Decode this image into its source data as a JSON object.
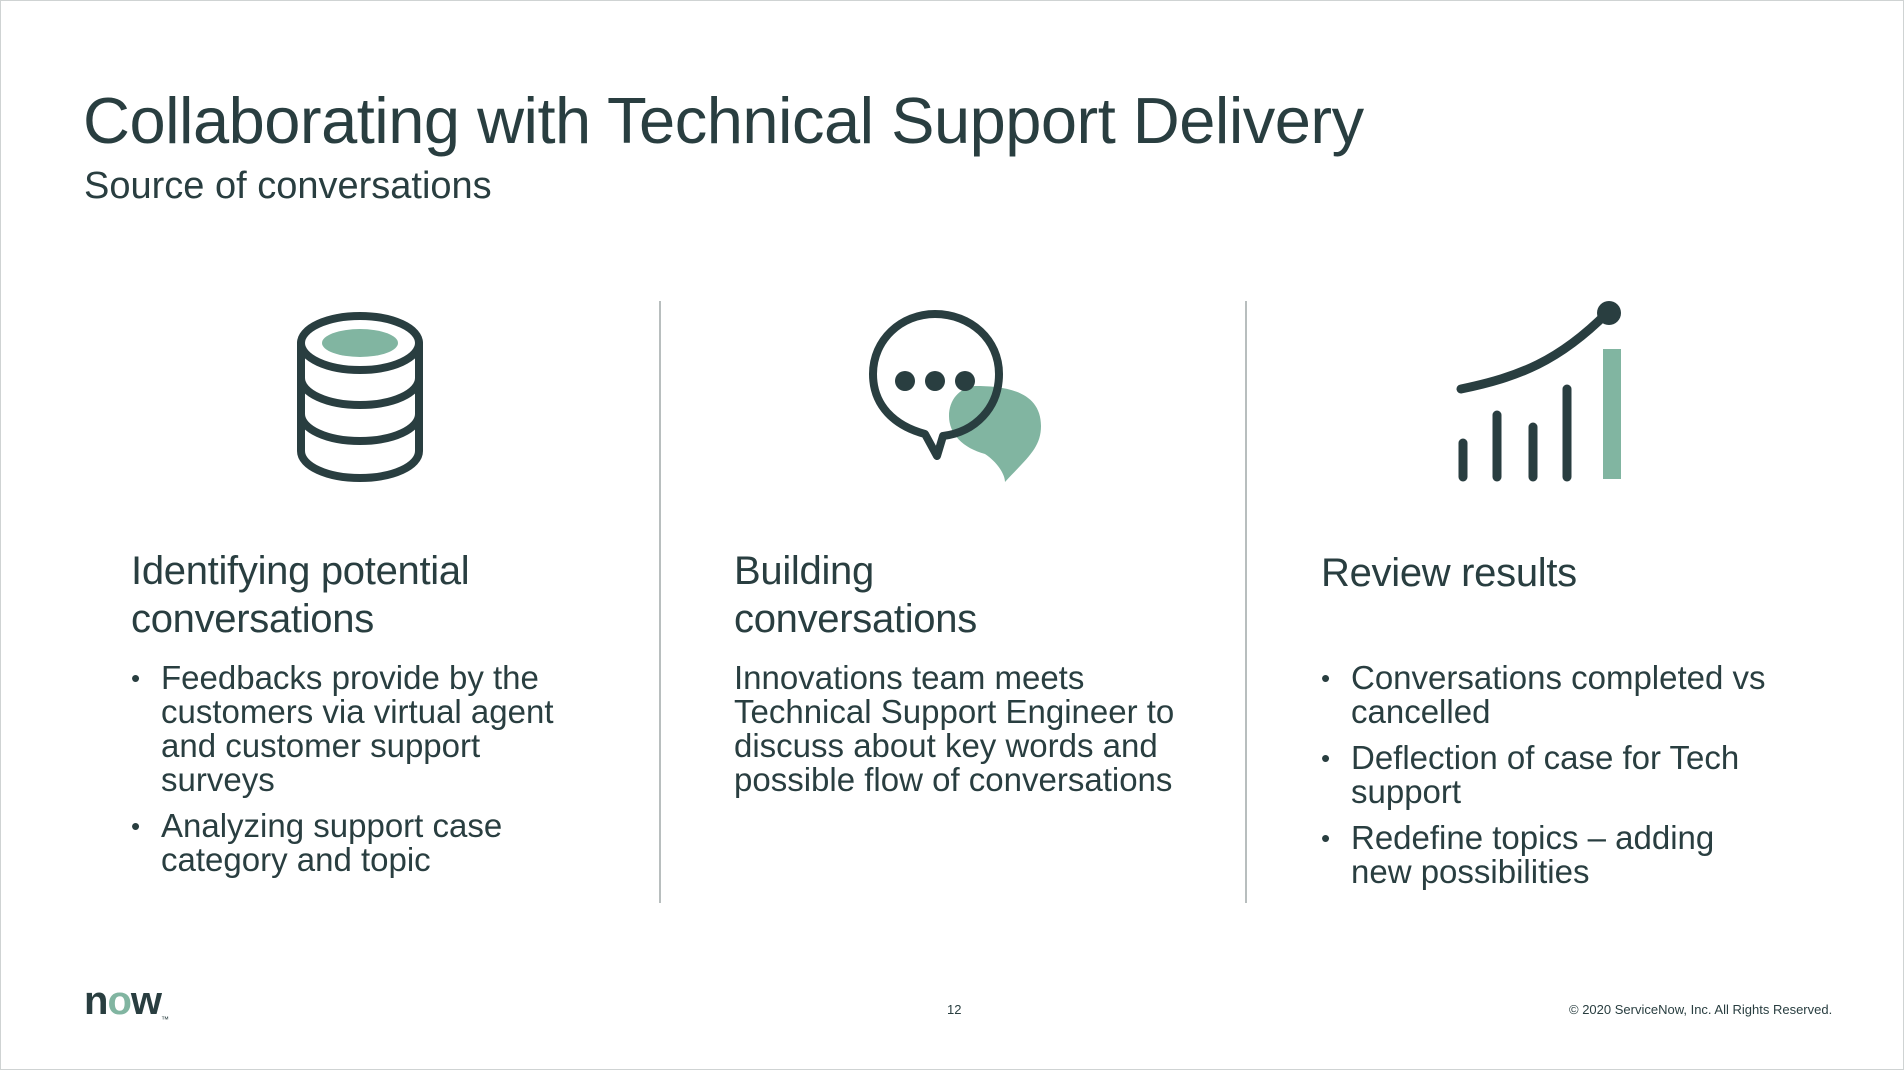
{
  "slide": {
    "title": "Collaborating with Technical Support Delivery",
    "subtitle": "Source of conversations"
  },
  "columns": [
    {
      "icon": "database-icon",
      "heading_line1": "Identifying potential",
      "heading_line2": "conversations",
      "bullets": [
        "Feedbacks provide by the customers via virtual agent and customer support surveys",
        "Analyzing support case category and topic"
      ]
    },
    {
      "icon": "chat-bubbles-icon",
      "heading_line1": "Building",
      "heading_line2": "conversations",
      "paragraph": "Innovations team meets Technical Support Engineer to discuss about key words and possible flow of conversations"
    },
    {
      "icon": "growth-chart-icon",
      "heading_line1": "Review results",
      "bullets": [
        "Conversations completed vs cancelled",
        "Deflection of case for Tech support",
        "Redefine topics – adding new possibilities"
      ]
    }
  ],
  "footer": {
    "logo_part1": "n",
    "logo_o": "o",
    "logo_part2": "w",
    "logo_tm": "™",
    "page_number": "12",
    "copyright": "© 2020 ServiceNow, Inc. All Rights Reserved."
  },
  "colors": {
    "dark": "#293e40",
    "accent": "#81b5a1"
  }
}
